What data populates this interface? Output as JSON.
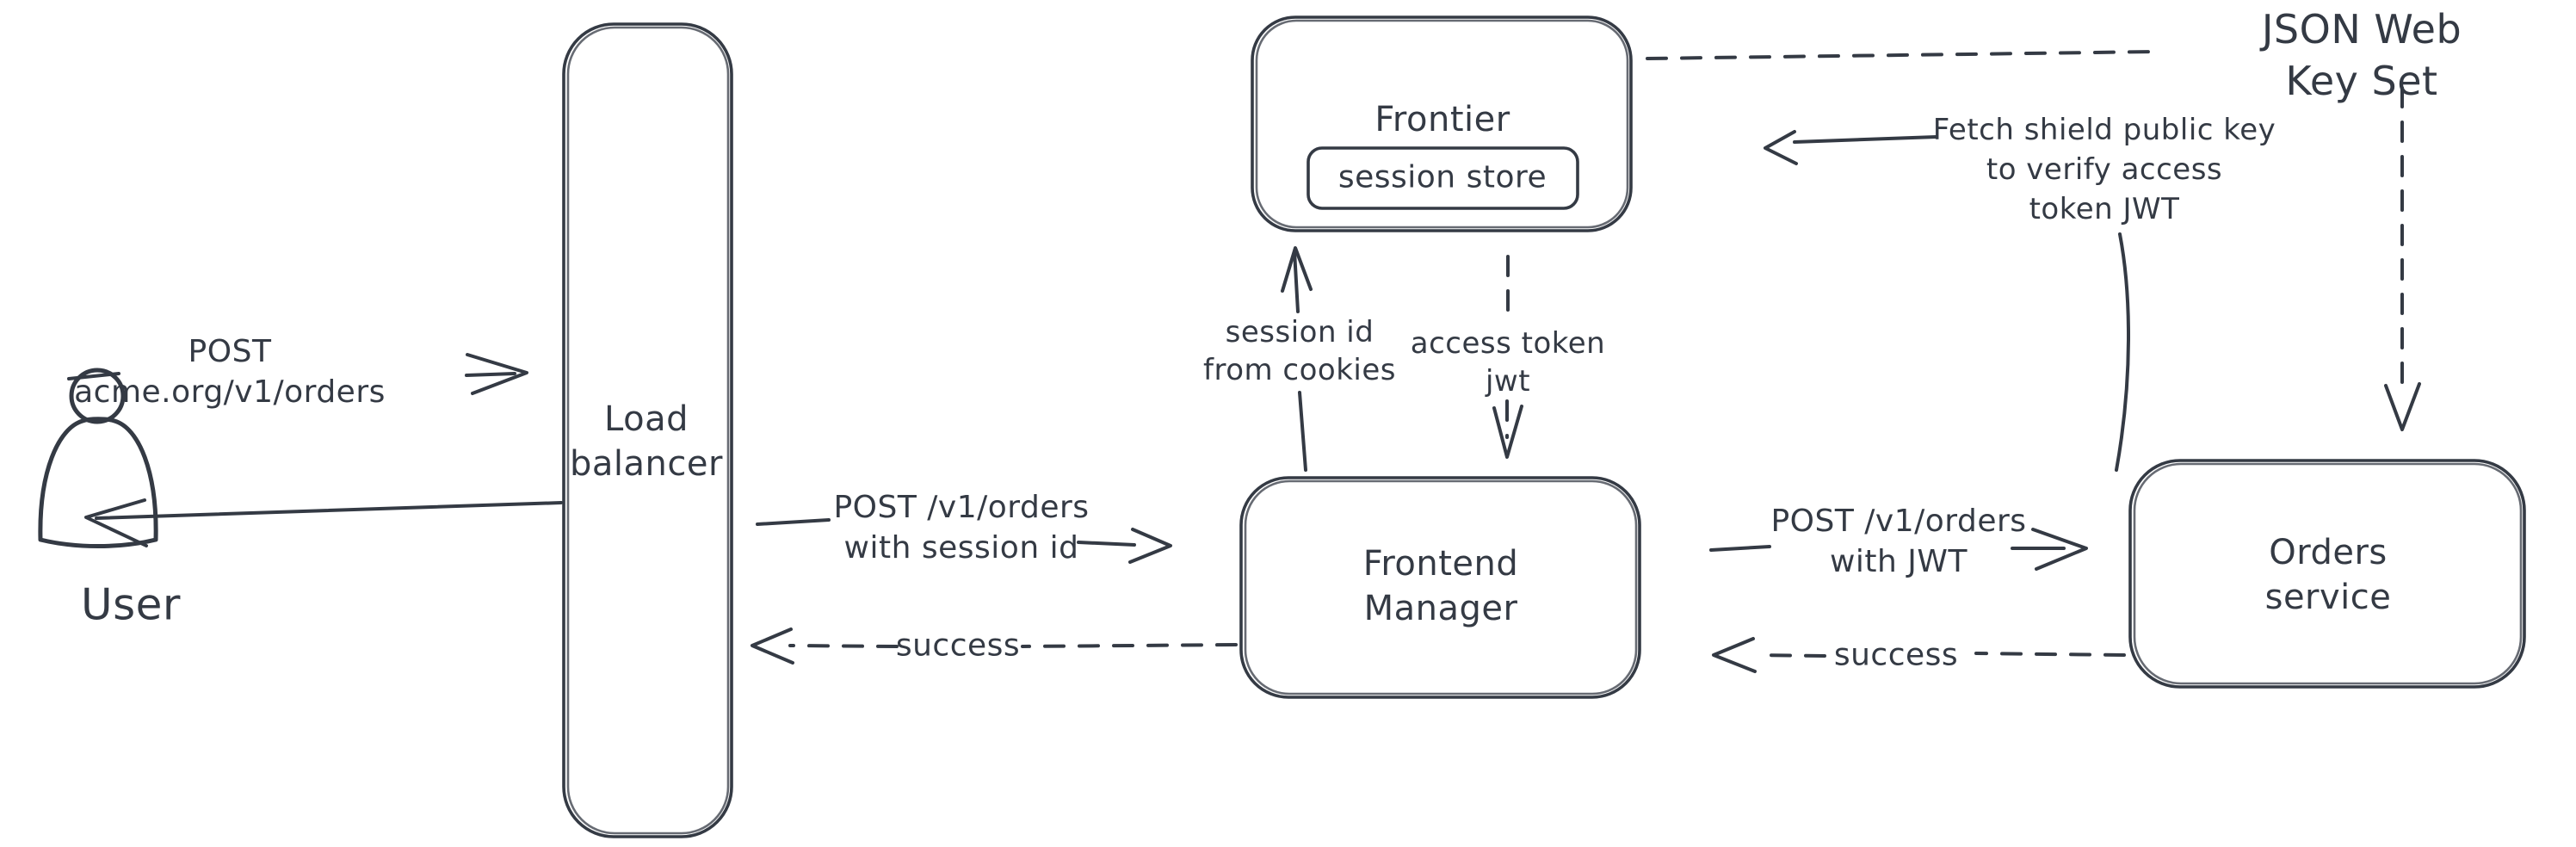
{
  "colors": {
    "stroke": "#343a44",
    "background": "#ffffff",
    "hatch_line": "#c7d3dd",
    "hatch_fill": "#f3f6f9"
  },
  "nodes": {
    "user": {
      "label": "User"
    },
    "load_balancer": {
      "label": "Load\nbalancer"
    },
    "frontier": {
      "label": "Frontier"
    },
    "session_store": {
      "label": "session store"
    },
    "frontend_manager": {
      "label": "Frontend\nManager"
    },
    "orders_service": {
      "label": "Orders service"
    },
    "json_web_key_set": {
      "label": "JSON Web Key Set"
    }
  },
  "edges": {
    "user_to_load_balancer": {
      "label": "POST\nacme.org/v1/orders",
      "style": "solid",
      "direction": "right"
    },
    "load_balancer_to_user": {
      "label": "",
      "style": "solid",
      "direction": "left"
    },
    "load_balancer_to_frontend_manager": {
      "label": "POST /v1/orders\nwith session id",
      "style": "solid",
      "direction": "right"
    },
    "frontend_manager_to_load_balancer": {
      "label": "success",
      "style": "dashed",
      "direction": "left"
    },
    "frontend_manager_to_frontier": {
      "label": "session id\nfrom cookies",
      "style": "solid",
      "direction": "up"
    },
    "frontier_to_frontend_manager": {
      "label": "access token\njwt",
      "style": "dashed",
      "direction": "down"
    },
    "frontend_manager_to_orders_service": {
      "label": "POST /v1/orders\nwith JWT",
      "style": "solid",
      "direction": "right"
    },
    "orders_service_to_frontend_manager": {
      "label": "success",
      "style": "dashed",
      "direction": "left"
    },
    "orders_service_to_frontier": {
      "label": "Fetch shield public key\nto verify access\ntoken JWT",
      "style": "solid",
      "direction": "left"
    },
    "frontier_to_json_web_key_set": {
      "label": "",
      "style": "dashed"
    },
    "json_web_key_set_to_orders_service": {
      "label": "",
      "style": "dashed",
      "direction": "down"
    }
  }
}
